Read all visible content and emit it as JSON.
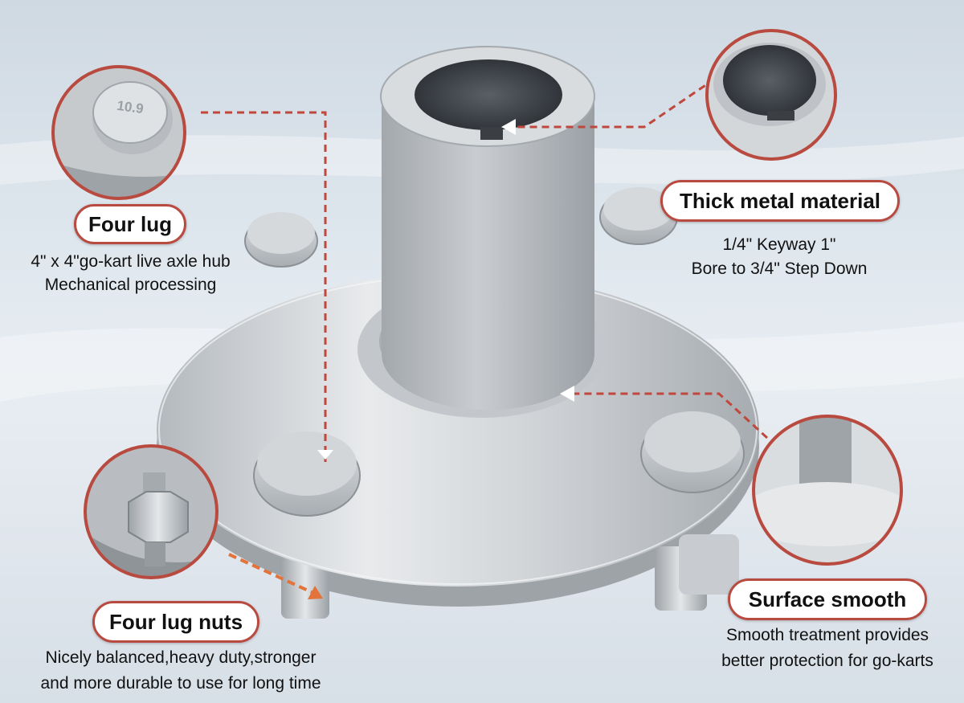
{
  "features": {
    "four_lug": {
      "title": "Four lug",
      "lines": [
        "4\" x 4\"go-kart live axle hub",
        "Mechanical processing"
      ]
    },
    "thick_metal": {
      "title": "Thick metal material",
      "lines": [
        "1/4\" Keyway 1\"",
        "Bore to 3/4\" Step Down"
      ]
    },
    "lug_nuts": {
      "title": "Four lug nuts",
      "lines": [
        "Nicely balanced,heavy duty,stronger",
        "and more durable to use for long time"
      ]
    },
    "surface_smooth": {
      "title": "Surface smooth",
      "lines": [
        "Smooth treatment provides",
        "better protection for go-karts"
      ]
    }
  },
  "stud_marking": "10.9",
  "colors": {
    "accent_red": "#b84a3f",
    "leader_line": "#c0473c",
    "arrow_orange": "#e2733a",
    "metal_light": "#e6e8ea",
    "metal_mid": "#bfc3c7",
    "metal_dark": "#8f9499"
  },
  "icons": [
    "callout-arrow-icon"
  ]
}
